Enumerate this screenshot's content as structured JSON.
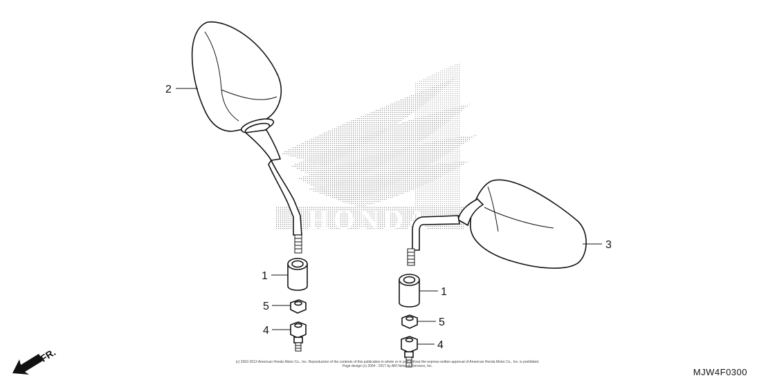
{
  "diagram": {
    "watermark_text": "HONDA",
    "direction_label": "FR.",
    "diagram_id": "MJW4F0300",
    "copyright_line1": "(c) 2002-2013 American Honda Motor Co., Inc. Reproduction of the contents of this publication in whole or in part without the express written approval of American Honda Motor Co., Inc. is prohibited.",
    "copyright_line2": "Page design (c) 2004 - 2017 by ARI Network Services, Inc.",
    "callouts": [
      {
        "id": "left-mirror",
        "label": "2"
      },
      {
        "id": "right-mirror",
        "label": "3"
      },
      {
        "id": "left-boot",
        "label": "1"
      },
      {
        "id": "right-boot",
        "label": "1"
      },
      {
        "id": "left-nut",
        "label": "5"
      },
      {
        "id": "right-nut",
        "label": "5"
      },
      {
        "id": "left-adapter",
        "label": "4"
      },
      {
        "id": "right-adapter",
        "label": "4"
      }
    ]
  }
}
